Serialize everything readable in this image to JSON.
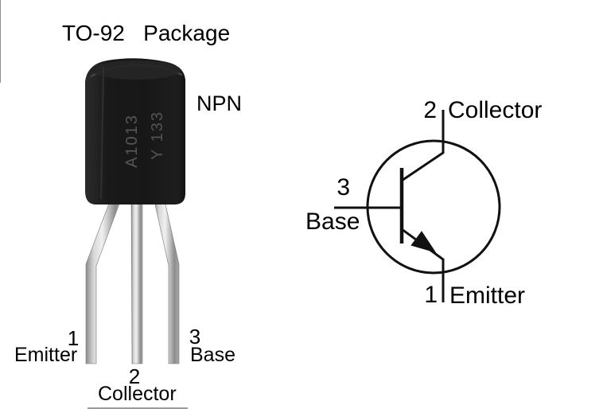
{
  "page": {
    "title_label": "TO-92   Package",
    "type_label": "NPN"
  },
  "photo": {
    "marking_line1": "A1013",
    "marking_line2": "Y 133",
    "pins": [
      {
        "number": "1",
        "name": "Emitter"
      },
      {
        "number": "2",
        "name": "Collector"
      },
      {
        "number": "3",
        "name": "Base"
      }
    ]
  },
  "schematic": {
    "pins": [
      {
        "number": "2",
        "name": "Collector"
      },
      {
        "number": "3",
        "name": "Base"
      },
      {
        "number": "1",
        "name": "Emitter"
      }
    ]
  },
  "colors": {
    "background": "#ffffff",
    "text": "#000000",
    "schematic_line": "#111111",
    "package_body": "#1b1b1b",
    "package_marking": "#5a5a5a",
    "lead_silver": "#d6d6d6"
  }
}
